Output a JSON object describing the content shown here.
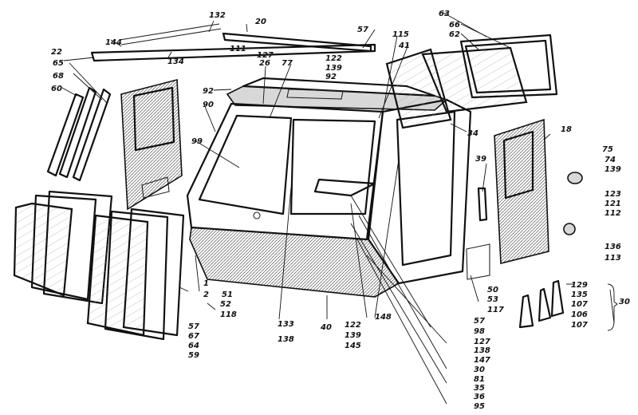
{
  "labels": [
    "132",
    "20",
    "144",
    "22",
    "134",
    "111",
    "127",
    "57",
    "115",
    "41",
    "63",
    "66",
    "62",
    "65",
    "68",
    "60",
    "26",
    "77",
    "122",
    "139",
    "92",
    "92",
    "90",
    "99",
    "34",
    "18",
    "39",
    "75",
    "74",
    "139",
    "123",
    "121",
    "112",
    "136",
    "113",
    "1",
    "2",
    "51",
    "52",
    "118",
    "57",
    "67",
    "64",
    "59",
    "133",
    "138",
    "40",
    "122",
    "139",
    "145",
    "148",
    "57",
    "98",
    "127",
    "138",
    "147",
    "30",
    "81",
    "35",
    "36",
    "95",
    "50",
    "53",
    "117",
    "129",
    "135",
    "107",
    "106",
    "107",
    "30"
  ]
}
